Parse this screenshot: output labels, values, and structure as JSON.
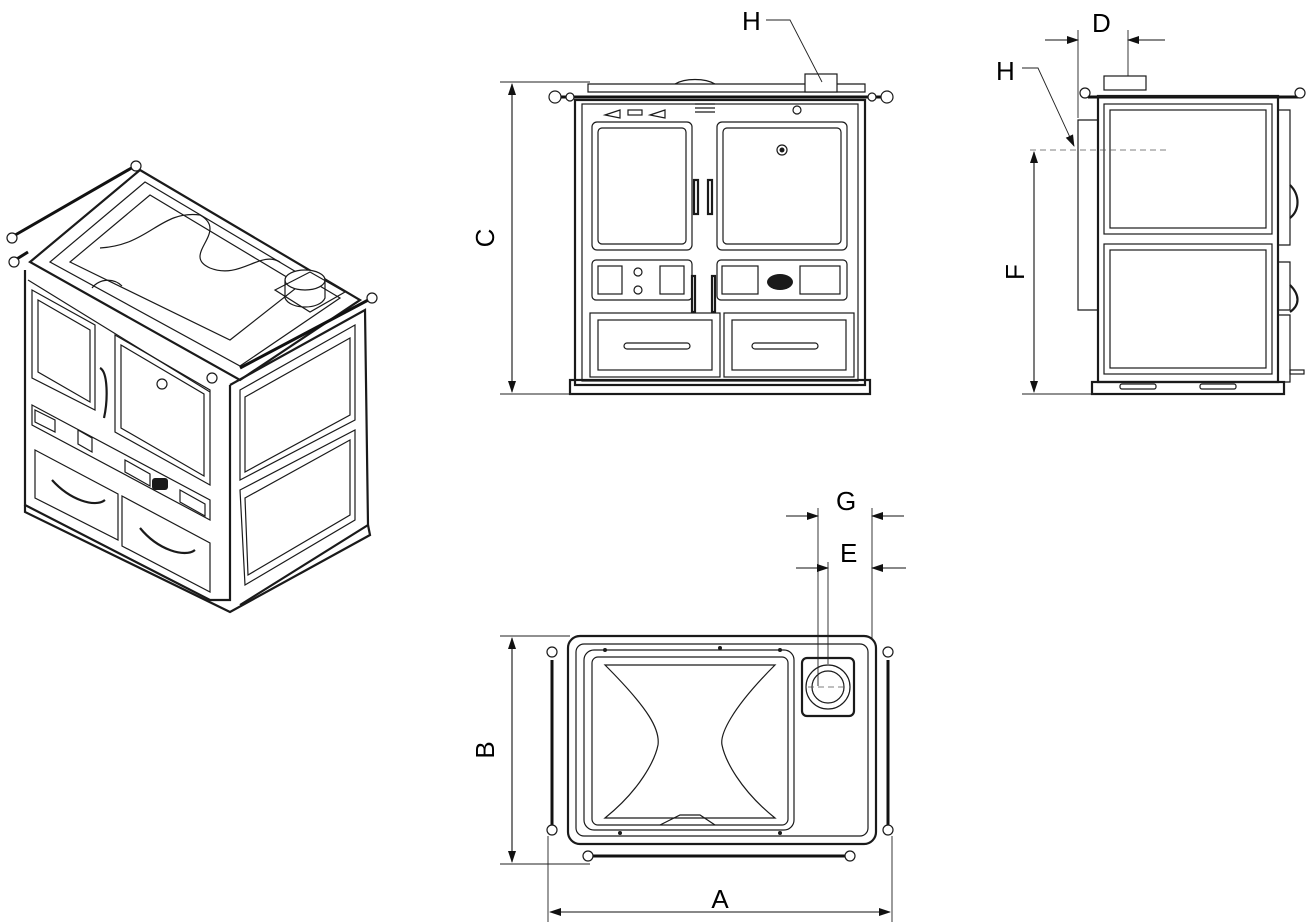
{
  "labels": {
    "A": "A",
    "B": "B",
    "C": "C",
    "D": "D",
    "E": "E",
    "F": "F",
    "G": "G",
    "H_front": "H",
    "H_side": "H"
  },
  "colors": {
    "line": "#1a1a1a",
    "background": "#ffffff"
  }
}
